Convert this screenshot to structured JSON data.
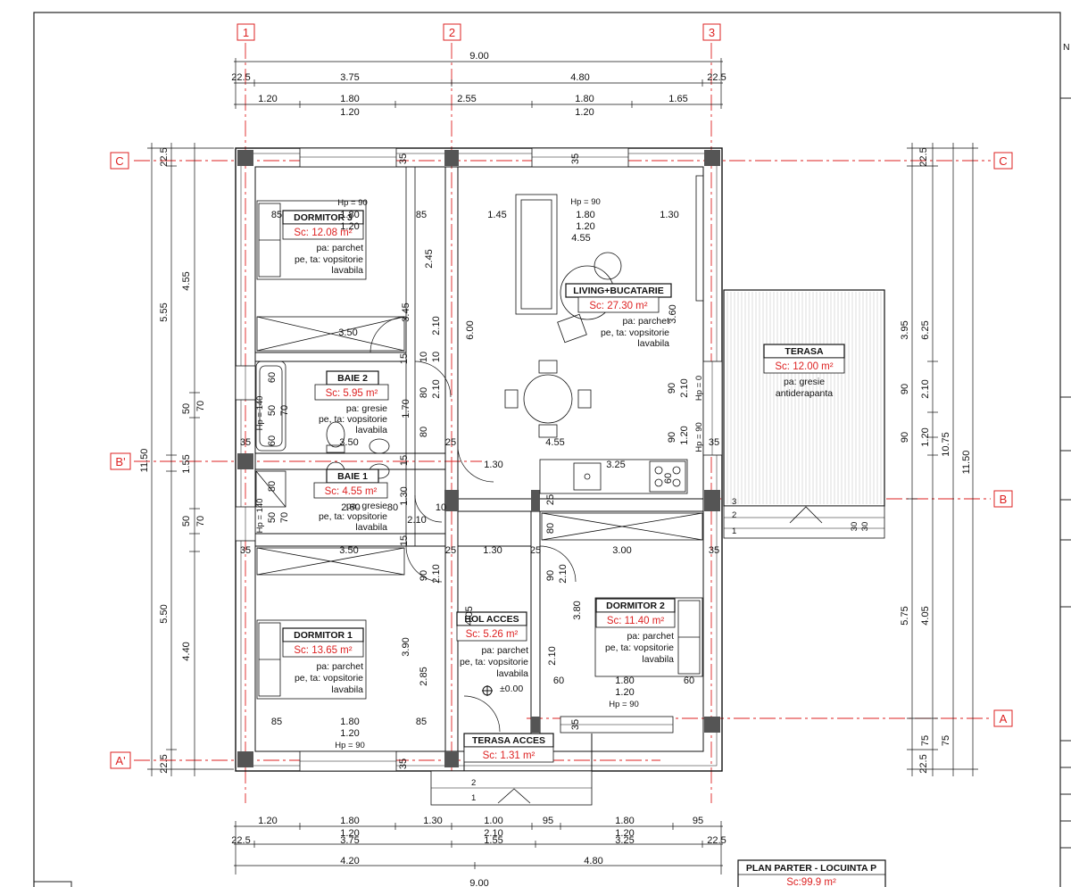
{
  "axes": {
    "columns": [
      "1",
      "2",
      "3"
    ],
    "rows": [
      "C",
      "B'",
      "B",
      "A",
      "A'"
    ]
  },
  "dims_top": {
    "overall": "9.00",
    "row2": [
      "22.5",
      "3.75",
      "4.80",
      "22.5"
    ],
    "row3a": [
      "1.20",
      "1.80",
      "2.55",
      "1.80",
      "1.65"
    ],
    "row3b": [
      "1.20",
      "1.20"
    ]
  },
  "dims_bottom": {
    "row1a": [
      "1.20",
      "1.80",
      "1.30",
      "1.00",
      "95",
      "1.80",
      "95"
    ],
    "row1b": [
      "1.20",
      "2.10",
      "1.20"
    ],
    "row2": [
      "22.5",
      "3.75",
      "1.55",
      "3.25",
      "22.5"
    ],
    "row3": [
      "4.20",
      "4.80"
    ],
    "overall": "9.00"
  },
  "dims_left": [
    "22.5",
    "4.55",
    "5.55",
    "11.50",
    "50",
    "70",
    "1.55",
    "50",
    "70",
    "5.50",
    "4.40",
    "22.5"
  ],
  "dims_right": [
    "22.5",
    "3.95",
    "6.25",
    "90",
    "2.10",
    "90",
    "1.20",
    "10.75",
    "11.50",
    "5.75",
    "4.05",
    "75",
    "75",
    "22.5"
  ],
  "inner_dims": {
    "d85a": "85",
    "d180a": "1.80",
    "d85b": "85",
    "d120a": "1.20",
    "hp90a": "Hp = 90",
    "d145": "1.45",
    "d180b": "1.80",
    "d130a": "1.30",
    "d120b": "1.20",
    "d455a": "4.55",
    "hp90b": "Hp = 90",
    "d245": "2.45",
    "d345": "3.45",
    "d350a": "3.50",
    "d600": "6.00",
    "d360": "3.60",
    "d210a": "2.10",
    "d10a": "10",
    "d10b": "10",
    "d15a": "15",
    "d80a": "80",
    "d210b": "2.10",
    "d170": "1.70",
    "d80b": "80",
    "d350b": "3.50",
    "d35a": "35",
    "d25a": "25",
    "d455b": "4.55",
    "d90a": "90",
    "d210c": "2.10",
    "hp0": "Hp = 0",
    "d90b": "90",
    "d120c": "1.20",
    "hp90c": "Hp = 90",
    "d35b": "35",
    "d130b": "1.30",
    "d325": "3.25",
    "d15b": "15",
    "d260": "2.60",
    "d80c": "80",
    "d10c": "10",
    "d130c": "1.30",
    "d210d": "2.10",
    "d25b": "25",
    "d80d": "80",
    "d350c": "3.50",
    "d35c": "35",
    "d15c": "15",
    "d25c": "25",
    "d130d": "1.30",
    "d25d": "25",
    "d300": "3.00",
    "d35d": "35",
    "d90c": "90",
    "d210e": "2.10",
    "d90d": "90",
    "d210f": "2.10",
    "d405": "4.05",
    "d380": "3.80",
    "d390": "3.90",
    "d285": "2.85",
    "d210g": "2.10",
    "d60a": "60",
    "d180c": "1.80",
    "d60b": "60",
    "d120d": "1.20",
    "hp90d": "Hp = 90",
    "d85c": "85",
    "d180d": "1.80",
    "d85d": "85",
    "d120e": "1.20",
    "hp90e": "Hp = 90",
    "d35e": "35",
    "d35f": "35",
    "d35g": "35",
    "d35h": "35",
    "level": "±0.00",
    "bath2": [
      "Hp = 140",
      "60",
      "50",
      "70",
      "60"
    ],
    "bath1": [
      "80",
      "Hp = 140",
      "50",
      "70"
    ],
    "d3060": "60",
    "step": [
      "3",
      "2",
      "1"
    ],
    "step2": [
      "30",
      "30"
    ],
    "stepa": [
      "2",
      "1"
    ]
  },
  "rooms": {
    "dormitor3": {
      "name": "DORMITOR 3",
      "area": "Sc: 12.08 m²",
      "f1": "pa: parchet",
      "f2": "pe, ta: vopsitorie",
      "f3": "lavabila"
    },
    "living": {
      "name": "LIVING+BUCATARIE",
      "area": "Sc: 27.30 m²",
      "f1": "pa: parchet",
      "f2": "pe, ta: vopsitorie",
      "f3": "lavabila"
    },
    "baie2": {
      "name": "BAIE 2",
      "area": "Sc: 5.95 m²",
      "f1": "pa: gresie",
      "f2": "pe, ta: vopsitorie",
      "f3": "lavabila"
    },
    "baie1": {
      "name": "BAIE 1",
      "area": "Sc: 4.55 m²",
      "f1": "pa: gresie",
      "f2": "pe, ta: vopsitorie",
      "f3": "lavabila"
    },
    "terasa": {
      "name": "TERASA",
      "area": "Sc: 12.00 m²",
      "f1": "pa: gresie",
      "f2": "antiderapanta"
    },
    "dormitor2": {
      "name": "DORMITOR 2",
      "area": "Sc: 11.40 m²",
      "f1": "pa: parchet",
      "f2": "pe, ta: vopsitorie",
      "f3": "lavabila"
    },
    "hol": {
      "name": "HOL ACCES",
      "area": "Sc: 5.26 m²",
      "f1": "pa: parchet",
      "f2": "pe, ta: vopsitorie",
      "f3": "lavabila"
    },
    "dormitor1": {
      "name": "DORMITOR 1",
      "area": "Sc: 13.65 m²",
      "f1": "pa: parchet",
      "f2": "pe, ta: vopsitorie",
      "f3": "lavabila"
    },
    "terasa_acces": {
      "name": "TERASA ACCES",
      "area": "Sc: 1.31 m²"
    }
  },
  "title_block": {
    "title": "PLAN PARTER - LOCUINTA P",
    "area": "Sc:99.9 m²",
    "side_letter": "N"
  }
}
